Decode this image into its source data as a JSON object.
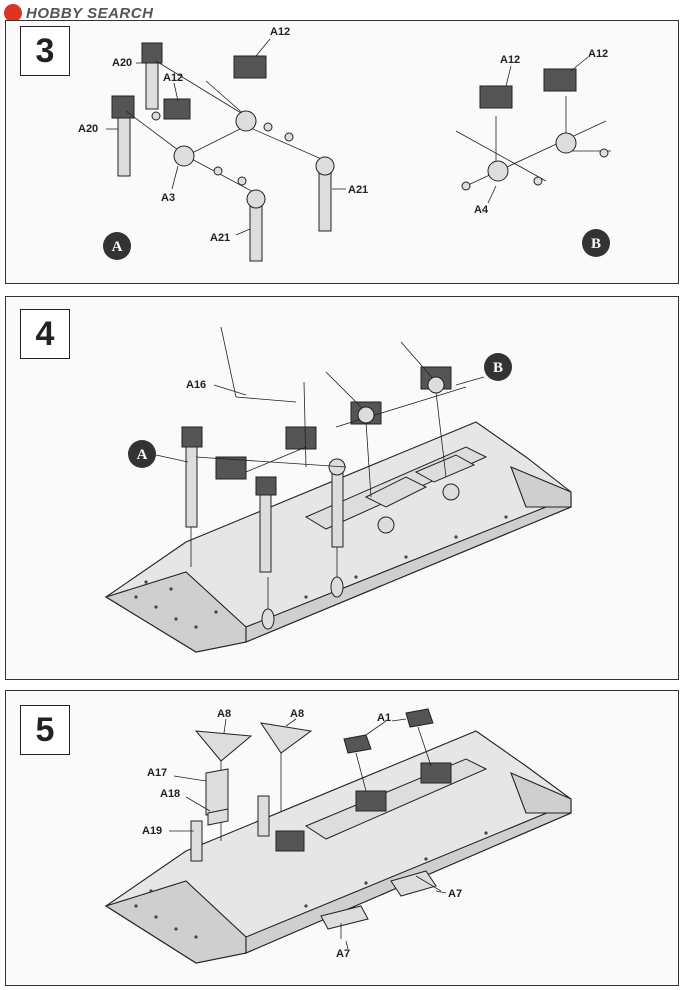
{
  "watermark": {
    "text": "HOBBY SEARCH"
  },
  "steps": [
    {
      "number": "3",
      "callouts": [
        "A20",
        "A20",
        "A12",
        "A12",
        "A3",
        "A21",
        "A21",
        "A12",
        "A12",
        "A4"
      ],
      "subassemblies": [
        "A",
        "B"
      ]
    },
    {
      "number": "4",
      "callouts": [
        "A16"
      ],
      "subassemblies": [
        "A",
        "B"
      ]
    },
    {
      "number": "5",
      "callouts": [
        "A8",
        "A8",
        "A1",
        "A17",
        "A18",
        "A19",
        "A7",
        "A7"
      ]
    }
  ]
}
